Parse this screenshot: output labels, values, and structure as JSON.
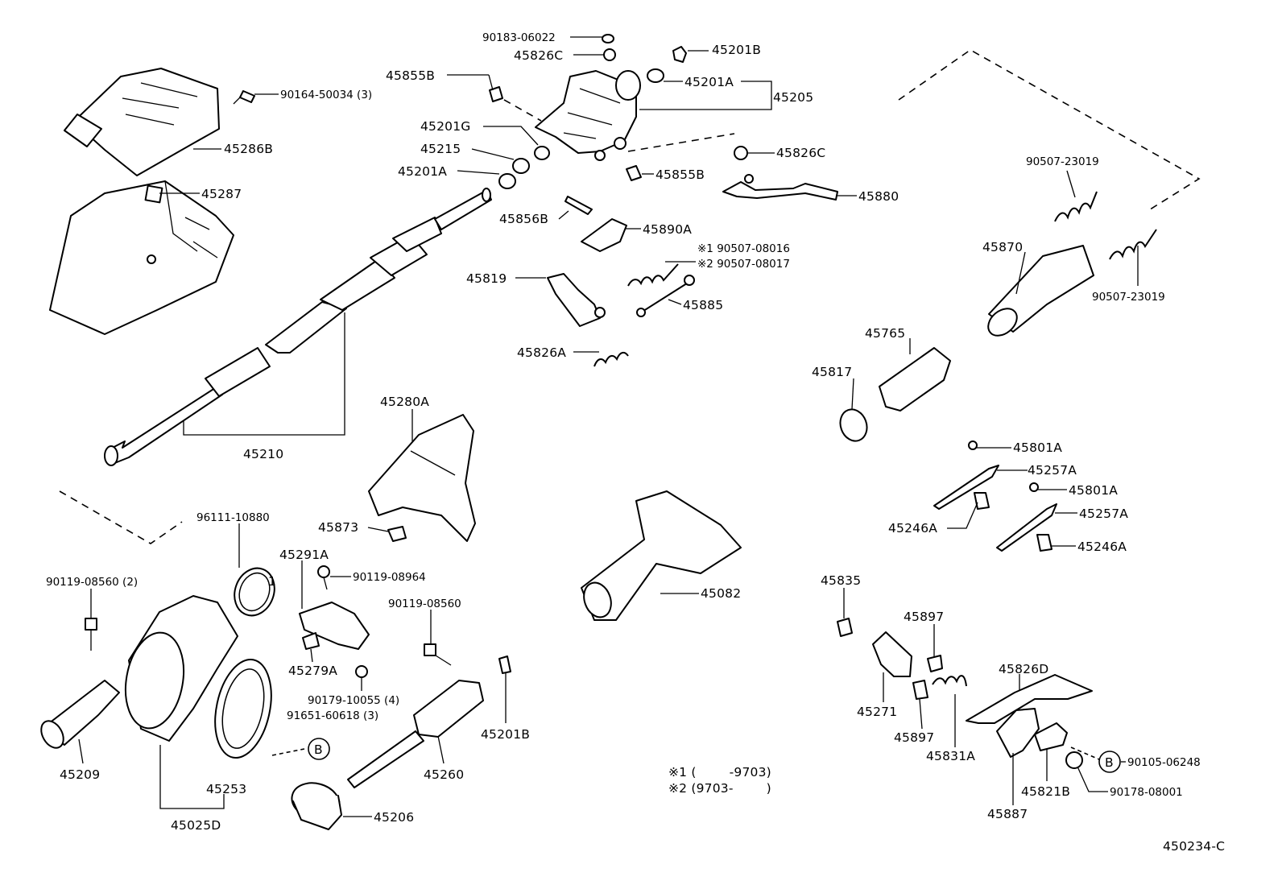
{
  "parts": {
    "p90183_06022": "90183-06022",
    "p45826C_top": "45826C",
    "p45201B_top": "45201B",
    "p45855B_top": "45855B",
    "p45201A_top": "45201A",
    "p45205": "45205",
    "p90164_50034": "90164-50034 (3)",
    "p45286B": "45286B",
    "p45201G": "45201G",
    "p45215": "45215",
    "p45201A_mid": "45201A",
    "p45826C_mid": "45826C",
    "p45855B_mid": "45855B",
    "p45287": "45287",
    "p45880": "45880",
    "p45856B": "45856B",
    "p45890A": "45890A",
    "p90507_08016": "※1 90507-08016",
    "p90507_08017": "※2 90507-08017",
    "p45819": "45819",
    "p45885": "45885",
    "p45826A": "45826A",
    "p90507_23019_a": "90507-23019",
    "p45870": "45870",
    "p90507_23019_b": "90507-23019",
    "p45765": "45765",
    "p45817": "45817",
    "p45280A": "45280A",
    "p45210": "45210",
    "p45801A_a": "45801A",
    "p45257A_a": "45257A",
    "p45801A_b": "45801A",
    "p45257A_b": "45257A",
    "p45246A_a": "45246A",
    "p45246A_b": "45246A",
    "p96111_10880": "96111-10880",
    "p45873": "45873",
    "p45291A": "45291A",
    "p90119_08964": "90119-08964",
    "p90119_08560_2": "90119-08560 (2)",
    "p45082": "45082",
    "p45835": "45835",
    "p90119_08560": "90119-08560",
    "p45897_a": "45897",
    "p45279A": "45279A",
    "p45826D": "45826D",
    "p90179_10055": "90179-10055 (4)",
    "p91651_60618": "91651-60618 (3)",
    "p45271": "45271",
    "p45201B_low": "45201B",
    "p45897_b": "45897",
    "p45831A": "45831A",
    "p45209": "45209",
    "p45253": "45253",
    "p45260": "45260",
    "p90105_06248": "90105-06248",
    "p45821B": "45821B",
    "p90178_08001": "90178-08001",
    "p45887": "45887",
    "p45206": "45206",
    "p45025D": "45025D",
    "callout_marker": "B",
    "callout_one": "1"
  },
  "notes": {
    "note1": "※1 (        -9703)",
    "note2": "※2 (9703-        )"
  },
  "figure_id": "450234-C"
}
